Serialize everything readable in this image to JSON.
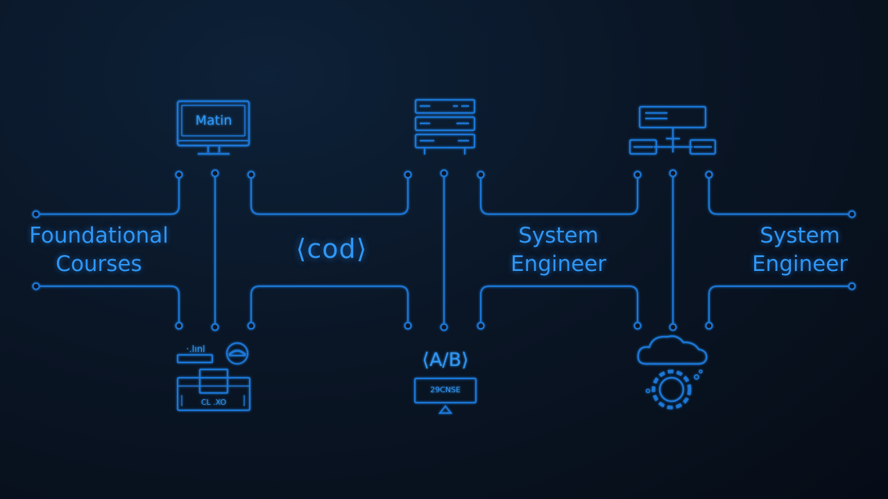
{
  "colors": {
    "line": "#1e78d8",
    "text": "#2f97f5",
    "background": "#08121f"
  },
  "labels": {
    "foundational_line1": "Foundational",
    "foundational_line2": "Courses",
    "code_tag": "⟨cod⟩",
    "system_engineer_1_line1": "System",
    "system_engineer_1_line2": "Engineer",
    "system_engineer_2_line1": "System",
    "system_engineer_2_line2": "Engineer"
  },
  "icons": {
    "monitor": {
      "name": "monitor-icon",
      "screen_text": "Matin"
    },
    "server_rack": {
      "name": "server-rack-icon"
    },
    "network": {
      "name": "network-topology-icon"
    },
    "circuit_board": {
      "name": "circuit-board-icon",
      "top_text": "·.lınl",
      "board_text": "CL .XO"
    },
    "ab_test": {
      "name": "ab-test-icon",
      "tag_text": "⟨A/B⟩",
      "panel_text": "29CNSE"
    },
    "cloud_gear": {
      "name": "cloud-gear-icon"
    }
  }
}
